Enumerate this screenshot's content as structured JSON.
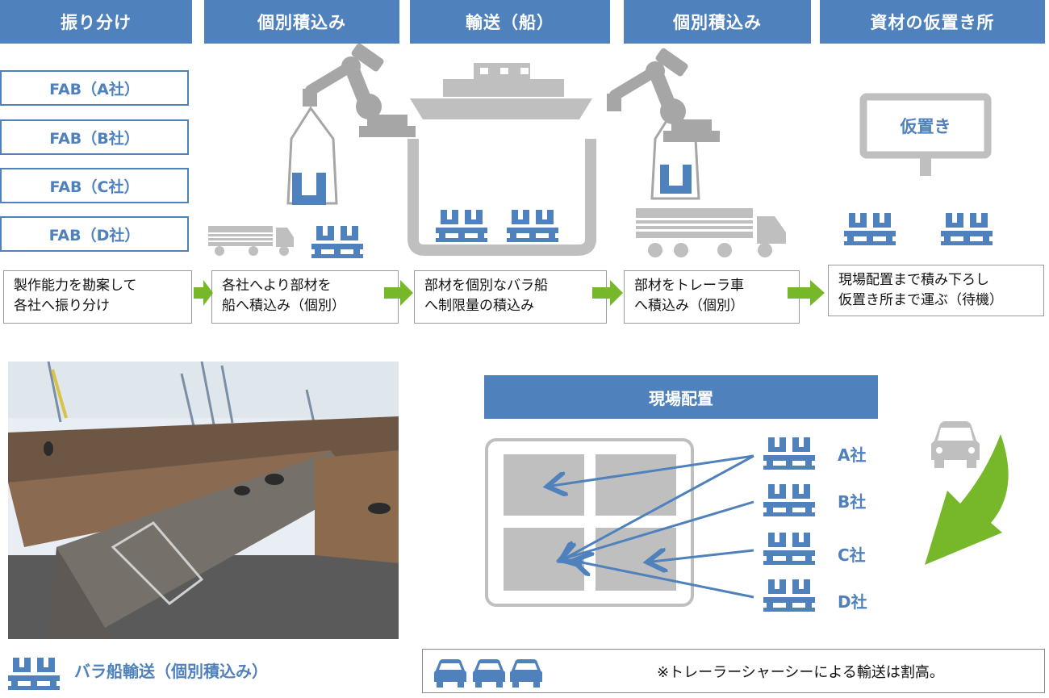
{
  "headers": [
    {
      "label": "振り分け"
    },
    {
      "label": "個別積込み"
    },
    {
      "label": "輸送（船）"
    },
    {
      "label": "個別積込み"
    },
    {
      "label": "資材の仮置き所"
    }
  ],
  "fabs": [
    {
      "label": "FAB（A社）"
    },
    {
      "label": "FAB（B社）"
    },
    {
      "label": "FAB（C社）"
    },
    {
      "label": "FAB（D社）"
    }
  ],
  "steps": [
    {
      "line1": "製作能力を勘案して",
      "line2": "各社へ振り分け"
    },
    {
      "line1": "各社へより部材を",
      "line2": "船へ積込み（個別）"
    },
    {
      "line1": "部材を個別なバラ船",
      "line2": "へ制限量の積込み"
    },
    {
      "line1": "部材をトレーラ車",
      "line2": "へ積込み（個別）"
    },
    {
      "line1": "現場配置まで積み下ろし",
      "line2": "仮置き所まで運ぶ（待機）"
    }
  ],
  "sign_label": "仮置き",
  "site": {
    "title": "現場配置",
    "companies": [
      "A社",
      "B社",
      "C社",
      "D社"
    ]
  },
  "legend_label": "バラ船輸送（個別積込み）",
  "note": "※トレーラーシャーシーによる輸送は割高。",
  "colors": {
    "blue": "#4f81bd",
    "gray": "#bfbfbf",
    "green": "#76b82a"
  },
  "icons": [
    "robot-arm-icon",
    "truck-icon",
    "ship-icon",
    "pallet-icon",
    "sign-icon",
    "car-icon",
    "curved-arrow-icon"
  ]
}
